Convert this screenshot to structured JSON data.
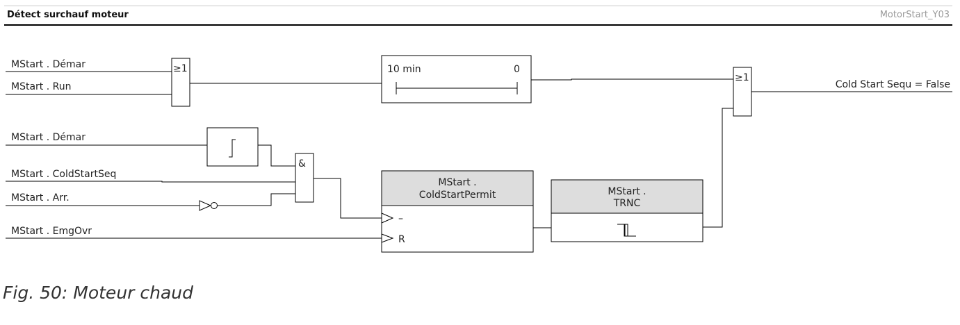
{
  "header": {
    "title": "Détect surchauf moteur",
    "diagram_id": "MotorStart_Y03"
  },
  "inputs": {
    "demar_1": "MStart . Démar",
    "run": "MStart . Run",
    "demar_2": "MStart . Démar",
    "cold_start_seq": "MStart . ColdStartSeq",
    "arr": "MStart . Arr.",
    "emg_ovr": "MStart . EmgOvr"
  },
  "gates": {
    "or_1": "≥1",
    "and_1": "&",
    "or_2": "≥1"
  },
  "timer": {
    "start_label": "10 min",
    "end_label": "0"
  },
  "blocks": {
    "cold_start_permit": {
      "line1": "MStart .",
      "line2": "ColdStartPermit",
      "port_reset": "R",
      "port_set": "–"
    },
    "trnc": {
      "line1": "MStart .",
      "line2": "TRNC"
    }
  },
  "output": {
    "label": "Cold Start Sequ = False"
  },
  "caption": "Fig. 50: Moteur chaud",
  "colors": {
    "line": "#000000",
    "block_header": "#dddddd",
    "id_text": "#9a9a9a"
  }
}
